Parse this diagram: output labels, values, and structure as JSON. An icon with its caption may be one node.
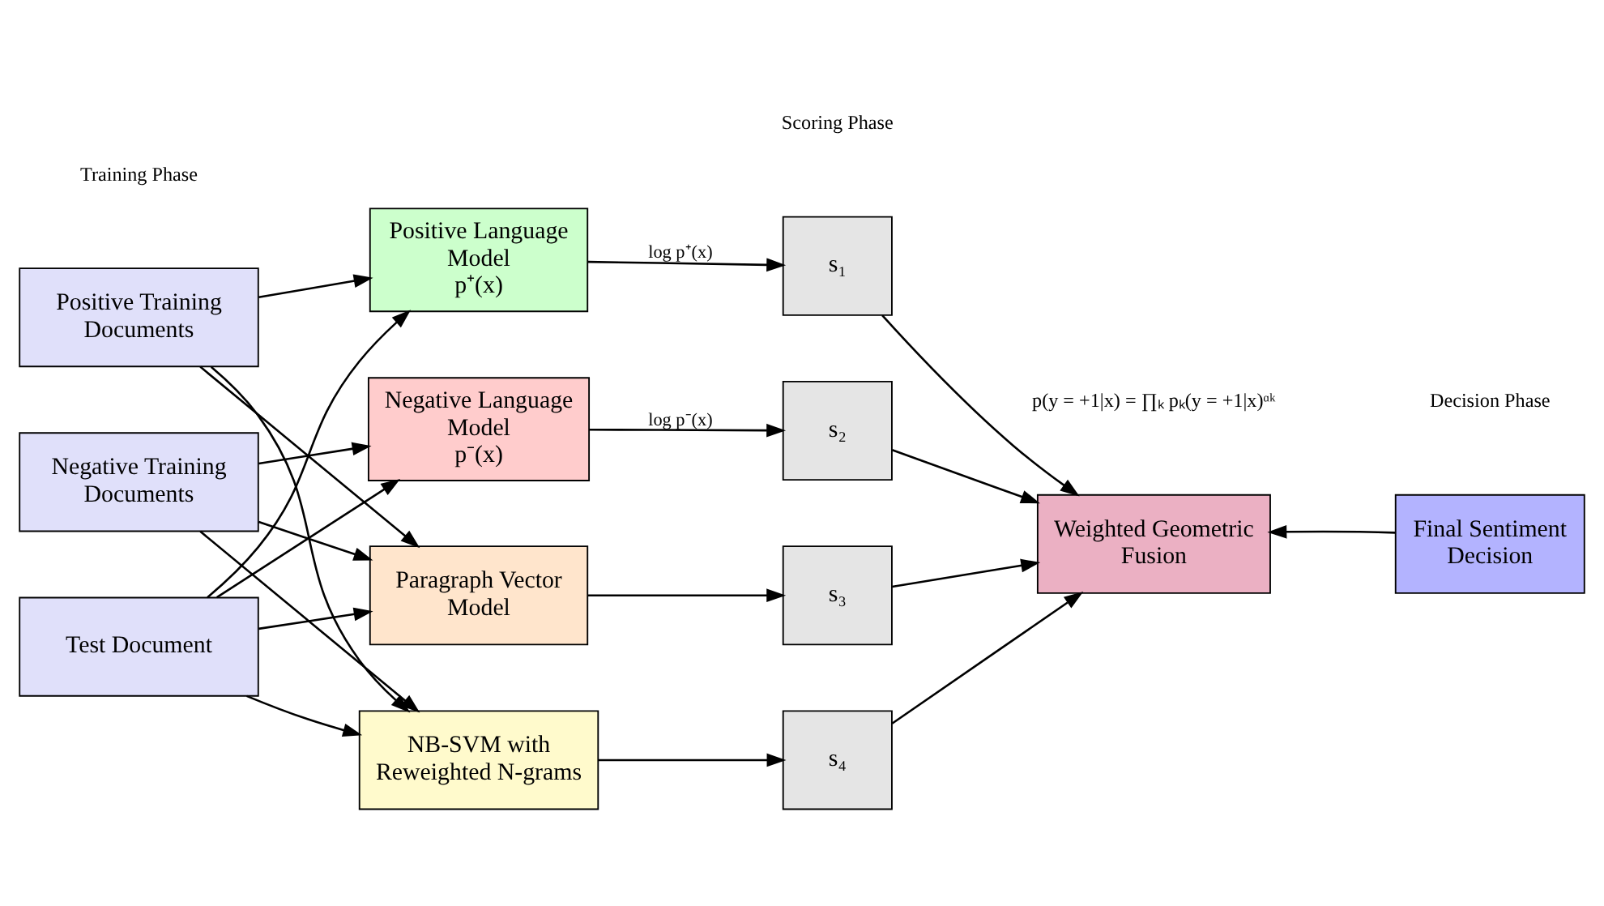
{
  "diagram": {
    "nodes": [
      {
        "text": [
          "Positive Training Documents"
        ]
      },
      {
        "text": [
          "Negative Training Documents"
        ]
      },
      {
        "text": [
          "Test Document"
        ]
      },
      {
        "text": [
          "Positive Language Model",
          "p⁺(x)"
        ]
      },
      {
        "text": [
          "Negative Language Model",
          "p⁻(x)"
        ]
      },
      {
        "text": [
          "Paragraph Vector Model"
        ]
      },
      {
        "text": [
          "NB-SVM with Reweighted N-grams"
        ]
      },
      {
        "text": [
          "s₁"
        ]
      },
      {
        "text": [
          "s₂"
        ]
      },
      {
        "text": [
          "s₃"
        ]
      },
      {
        "text": [
          "s₄"
        ]
      },
      {
        "text": [
          "Weighted Geometric Fusion"
        ]
      },
      {
        "text": [
          "Final Sentiment Decision"
        ]
      }
    ],
    "edges": [
      {
        "from": 0,
        "to": 3,
        "arrow": "to"
      },
      {
        "from": 0,
        "to": 5,
        "arrow": "to"
      },
      {
        "from": 0,
        "to": 6,
        "arrow": "to"
      },
      {
        "from": 1,
        "to": 4,
        "arrow": "to"
      },
      {
        "from": 1,
        "to": 5,
        "arrow": "to"
      },
      {
        "from": 1,
        "to": 6,
        "arrow": "to"
      },
      {
        "from": 2,
        "to": 3,
        "arrow": "to"
      },
      {
        "from": 2,
        "to": 4,
        "arrow": "to"
      },
      {
        "from": 2,
        "to": 5,
        "arrow": "to"
      },
      {
        "from": 2,
        "to": 6,
        "arrow": "to"
      },
      {
        "from": 3,
        "to": 7,
        "arrow": "to",
        "label": "log p⁺(x)"
      },
      {
        "from": 4,
        "to": 8,
        "arrow": "to",
        "label": "log p⁻(x)"
      },
      {
        "from": 5,
        "to": 9,
        "arrow": "to"
      },
      {
        "from": 6,
        "to": 10,
        "arrow": "to"
      },
      {
        "from": 7,
        "to": 11,
        "arrow": "to"
      },
      {
        "from": 8,
        "to": 11,
        "arrow": "to"
      },
      {
        "from": 9,
        "to": 11,
        "arrow": "to"
      },
      {
        "from": 10,
        "to": 11,
        "arrow": "to"
      },
      {
        "from": 12,
        "to": 11,
        "arrow": "to"
      }
    ],
    "labels": [
      "Training Phase",
      "Scoring Phase",
      "p(y = +1|x) = ∏ₖ pₖ(y = +1|x)ᵅᵏ",
      "Decision Phase"
    ]
  }
}
